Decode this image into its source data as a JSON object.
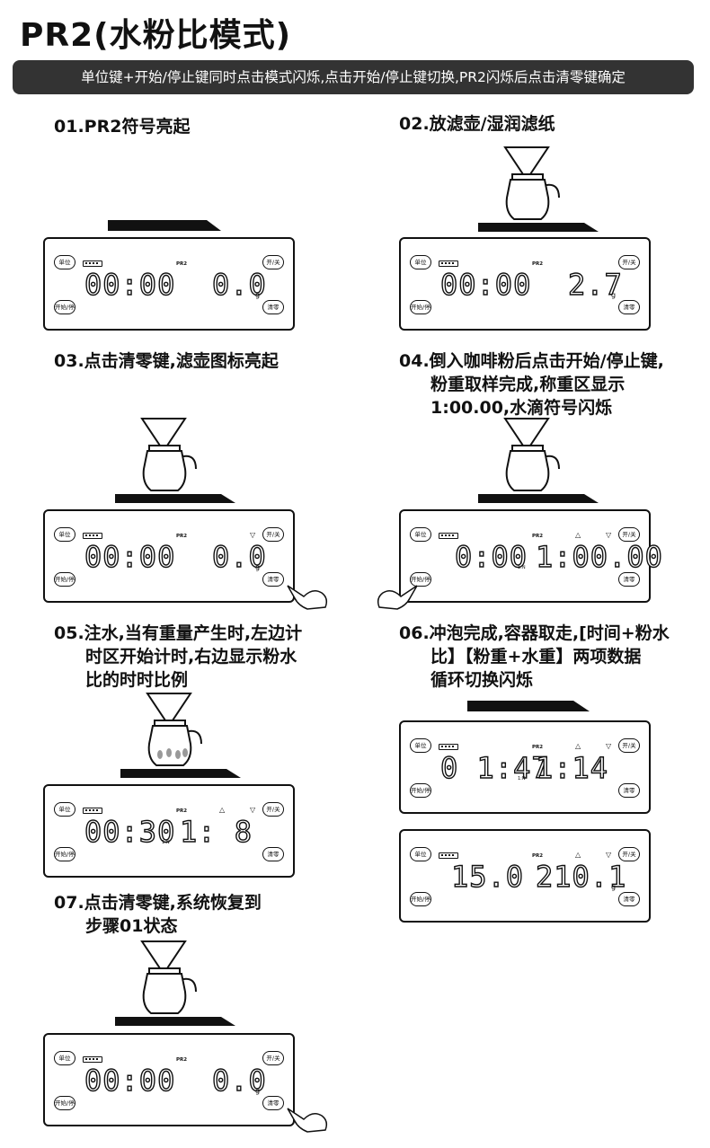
{
  "title": "PR2(水粉比模式)",
  "banner": "单位键+开始/停止键同时点击模式闪烁,点击开始/停止键切换,PR2闪烁后点击清零键确定",
  "buttons": {
    "unit": "单位",
    "start_stop": "开始/停止",
    "power": "开/关",
    "tare": "清零"
  },
  "mode_label": "PR2",
  "weight_unit": "g",
  "ratio_unit": "1:N",
  "steps": [
    {
      "num": "01.",
      "lines": [
        "PR2符号亮起"
      ]
    },
    {
      "num": "02.",
      "lines": [
        "放滤壶/湿润滤纸"
      ]
    },
    {
      "num": "03.",
      "lines": [
        "点击清零键,滤壶图标亮起"
      ]
    },
    {
      "num": "04.",
      "lines": [
        "倒入咖啡粉后点击开始/停止键,",
        "粉重取样完成,称重区显示",
        "1:00.00,水滴符号闪烁"
      ]
    },
    {
      "num": "05.",
      "lines": [
        "注水,当有重量产生时,左边计",
        "时区开始计时,右边显示粉水",
        "比的时时比例"
      ]
    },
    {
      "num": "06.",
      "lines": [
        "冲泡完成,容器取走,[时间+粉水",
        "比】【粉重+水重】两项数据",
        "循环切换闪烁"
      ]
    },
    {
      "num": "07.",
      "lines": [
        "点击清零键,系统恢复到",
        "步骤01状态"
      ]
    }
  ],
  "displays": {
    "d1": {
      "left": "00:00",
      "right": "0.0"
    },
    "d2": {
      "left": "00:00",
      "right": "2.7"
    },
    "d3": {
      "left": "00:00",
      "right": "0.0"
    },
    "d4": {
      "left": "0:00",
      "right": "1:00.00"
    },
    "d5": {
      "left": "00:30",
      "right": "1: 8"
    },
    "d6a": {
      "left": "0 1:47",
      "right": "1:14"
    },
    "d6b": {
      "left": "15.0",
      "right": "210.1"
    },
    "d7": {
      "left": "00:00",
      "right": "0.0"
    }
  }
}
